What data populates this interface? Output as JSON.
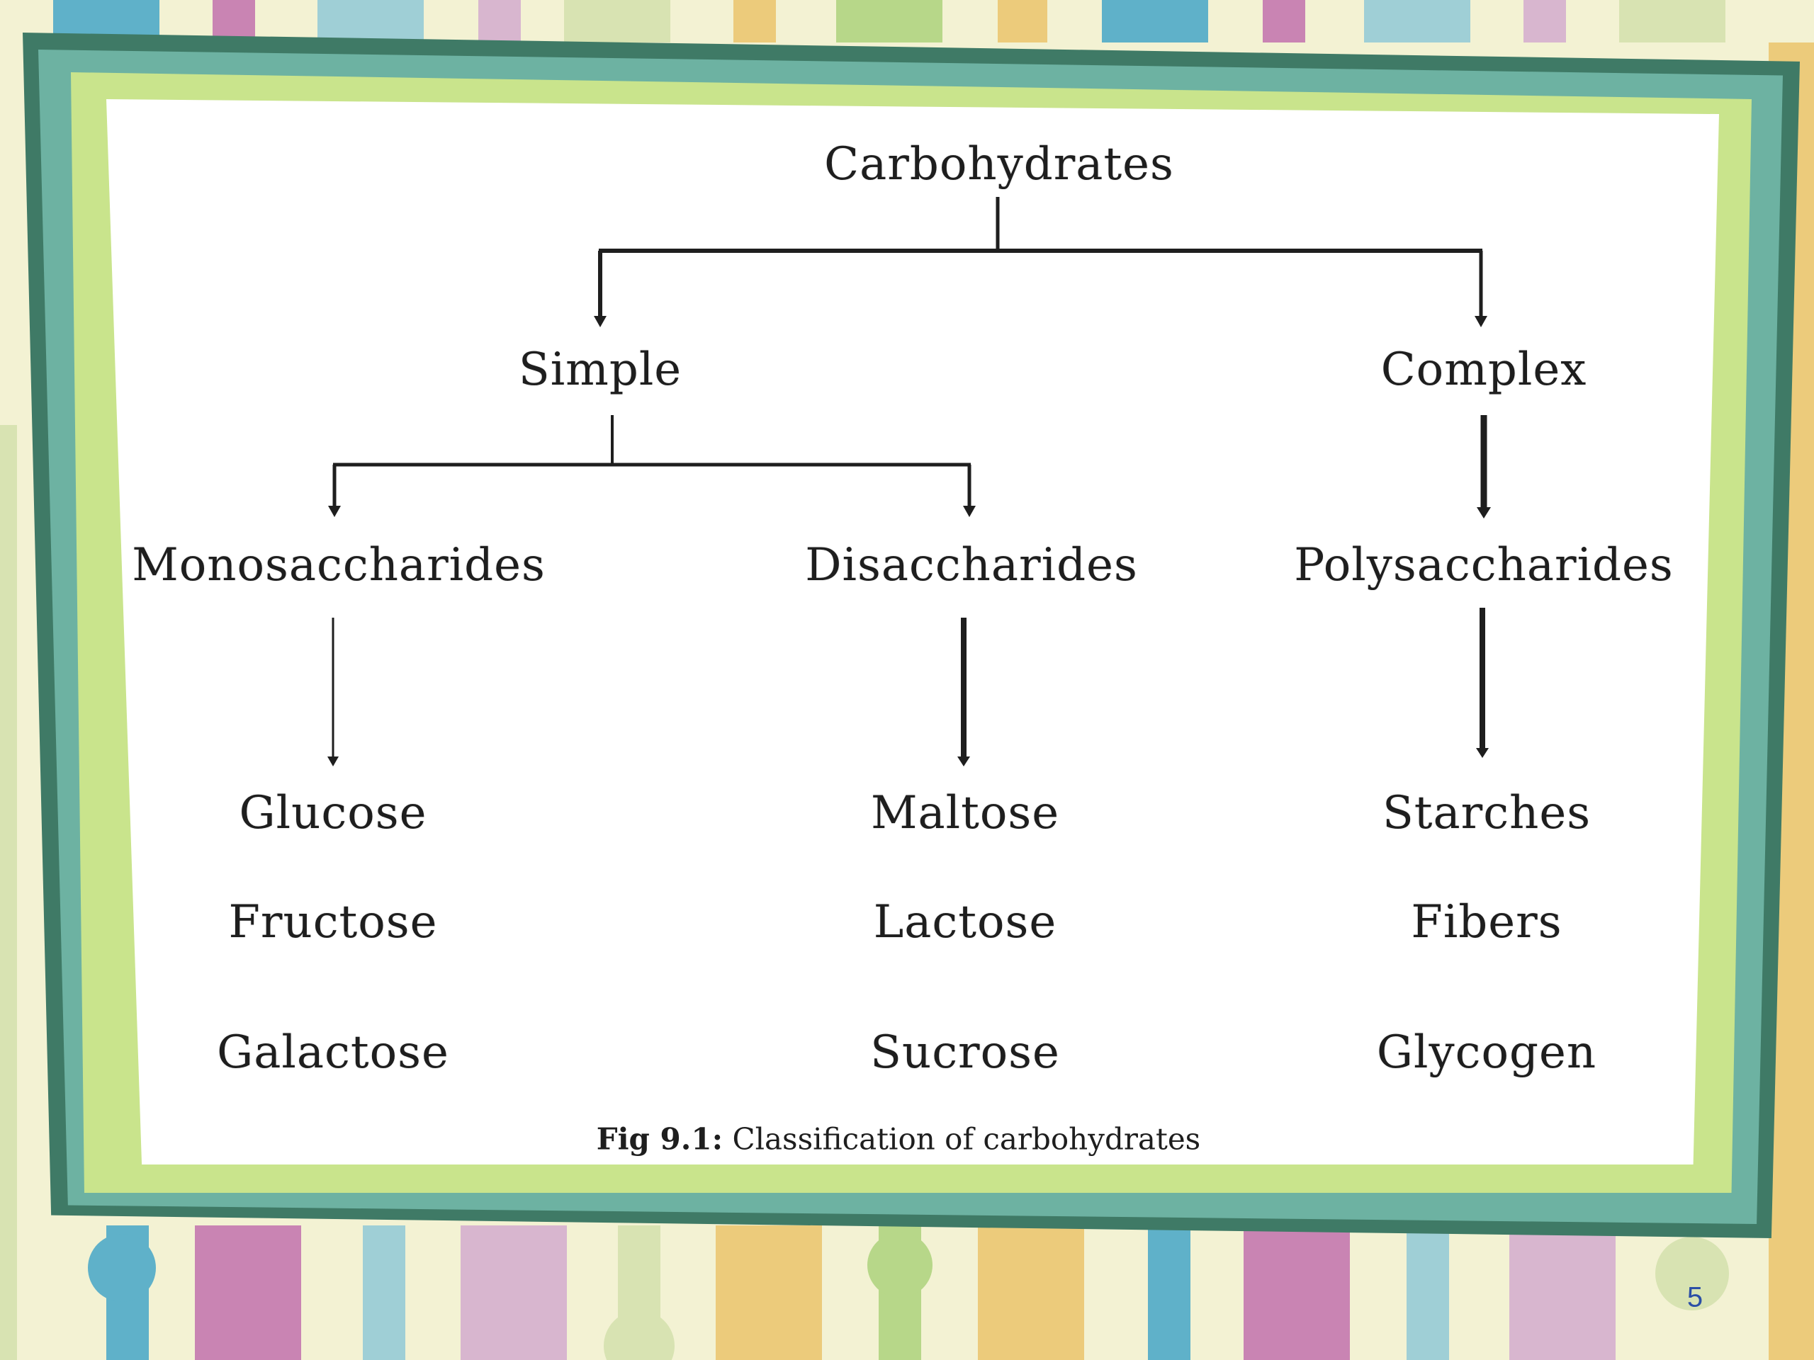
{
  "diagram": {
    "root": "Carbohydrates",
    "level1": {
      "simple": "Simple",
      "complex": "Complex"
    },
    "level2": {
      "mono": "Monosaccharides",
      "di": "Disaccharides",
      "poly": "Polysaccharides"
    },
    "examples": {
      "mono": [
        "Glucose",
        "Fructose",
        "Galactose"
      ],
      "di": [
        "Maltose",
        "Lactose",
        "Sucrose"
      ],
      "poly": [
        "Starches",
        "Fibers",
        "Glycogen"
      ]
    },
    "caption": {
      "prefix": "Fig 9.1:",
      "text": " Classification of carbohydrates"
    }
  },
  "slide": {
    "number": "5"
  },
  "colors": {
    "frame_dark": "#3f7a66",
    "frame_teal": "#6db2a2",
    "frame_light": "#c9e48c",
    "line": "#1e1e1e",
    "slide_number": "#2b4fa6"
  }
}
